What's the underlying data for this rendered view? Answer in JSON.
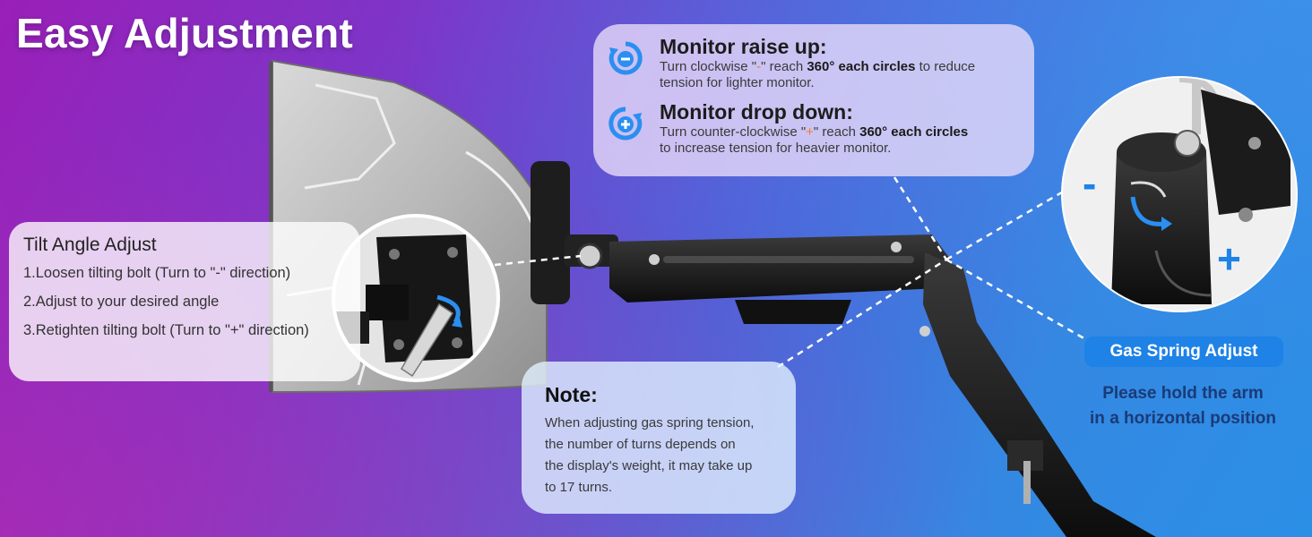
{
  "title": "Easy Adjustment",
  "tilt": {
    "title": "Tilt Angle Adjust",
    "steps": [
      "1.Loosen tilting bolt (Turn to \"-\" direction)",
      "2.Adjust to your desired angle",
      "3.Retighten tilting bolt (Turn to \"+\" direction)"
    ]
  },
  "tension": {
    "raise": {
      "title": "Monitor raise up:",
      "text_a": "Turn clockwise \"",
      "sign": "-",
      "text_b": "\" reach ",
      "bold": "360° each circles",
      "text_c": " to reduce",
      "text_d": "tension for lighter monitor.",
      "icon": "rotate-minus-icon"
    },
    "drop": {
      "title": "Monitor drop down:",
      "text_a": "Turn counter-clockwise \"",
      "sign": "+",
      "text_b": "\" reach ",
      "bold": "360° each circles",
      "text_c": "",
      "text_d": "to increase tension for heavier monitor.",
      "icon": "rotate-plus-icon"
    }
  },
  "note": {
    "title": "Note:",
    "lines": [
      "When adjusting gas spring tension,",
      "the number of turns depends on",
      "the display's weight, it may take up",
      "to 17 turns."
    ]
  },
  "gas_spring": {
    "label": "Gas Spring Adjust",
    "caption_lines": [
      "Please hold the arm",
      "in a horizontal position"
    ]
  },
  "detail_zoom": {
    "minus": "-",
    "plus": "+"
  },
  "colors": {
    "accent_blue": "#1e82e6",
    "icon_blue": "#2a8ff0",
    "sign_orange": "#ff7a1a"
  }
}
